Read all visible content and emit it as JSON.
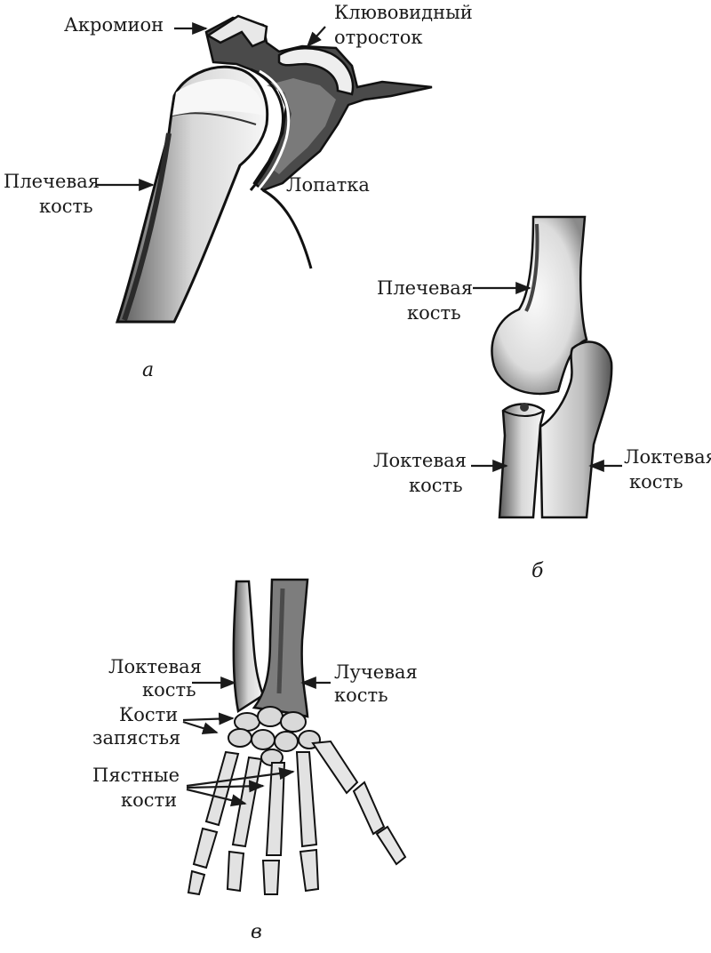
{
  "panel_a": {
    "caption": "а",
    "labels": {
      "acromion": "Акромион",
      "coracoid_line1": "Клювовидный",
      "coracoid_line2": "отросток",
      "humerus_line1": "Плечевая",
      "humerus_line2": "кость",
      "scapula": "Лопатка"
    }
  },
  "panel_b": {
    "caption": "б",
    "labels": {
      "humerus_line1": "Плечевая",
      "humerus_line2": "кость",
      "ulna_left_line1": "Локтевая",
      "ulna_left_line2": "кость",
      "ulna_right_line1": "Локтевая",
      "ulna_right_line2": "кость"
    }
  },
  "panel_c": {
    "caption": "в",
    "labels": {
      "ulna_line1": "Локтевая",
      "ulna_line2": "кость",
      "radius_line1": "Лучевая",
      "radius_line2": "кость",
      "carpal_line1": "Кости",
      "carpal_line2": "запястья",
      "metacarpal_line1": "Пястные",
      "metacarpal_line2": "кости"
    }
  },
  "colors": {
    "ink": "#1a1a1a",
    "shade": "#6e6e6e",
    "bone": "#f4f4f4"
  }
}
